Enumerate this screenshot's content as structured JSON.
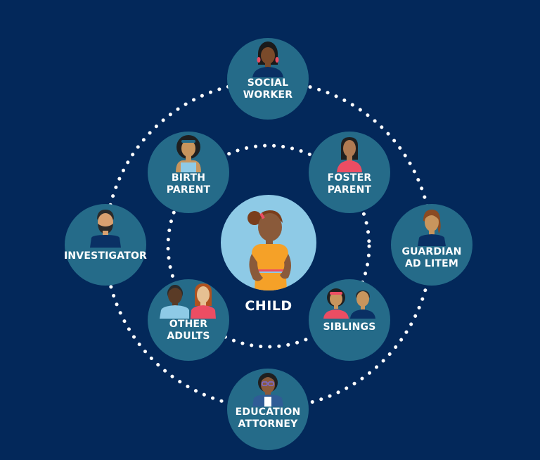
{
  "diagram": {
    "center": {
      "label": "CHILD",
      "icon": "girl-orange-shirt-icon"
    },
    "inner_ring": [
      {
        "id": "birth-parent",
        "lines": [
          "BIRTH",
          "PARENT"
        ],
        "icon": "woman-headband-icon"
      },
      {
        "id": "foster-parent",
        "lines": [
          "FOSTER",
          "PARENT"
        ],
        "icon": "woman-pink-shirt-icon"
      },
      {
        "id": "other-adults",
        "lines": [
          "OTHER",
          "ADULTS"
        ],
        "icon": "two-adults-icon"
      },
      {
        "id": "siblings",
        "lines": [
          "SIBLINGS"
        ],
        "icon": "two-children-icon"
      }
    ],
    "outer_ring": [
      {
        "id": "social-worker",
        "lines": [
          "SOCIAL",
          "WORKER"
        ],
        "icon": "woman-earrings-icon"
      },
      {
        "id": "investigator",
        "lines": [
          "INVESTIGATOR"
        ],
        "icon": "bearded-man-icon"
      },
      {
        "id": "guardian-ad-litem",
        "lines": [
          "GUARDIAN",
          "AD LITEM"
        ],
        "icon": "woman-ponytail-icon"
      },
      {
        "id": "education-attorney",
        "lines": [
          "EDUCATION",
          "ATTORNEY"
        ],
        "icon": "woman-glasses-icon"
      }
    ]
  },
  "colors": {
    "background": "#03285a",
    "node": "#256b89",
    "center": "#8ecae6",
    "dots": "#ffffff",
    "shirt_orange": "#f5a128",
    "shirt_pink": "#ec4d63",
    "shirt_lightblue": "#8ecae6",
    "shirt_navy": "#0a3064"
  }
}
